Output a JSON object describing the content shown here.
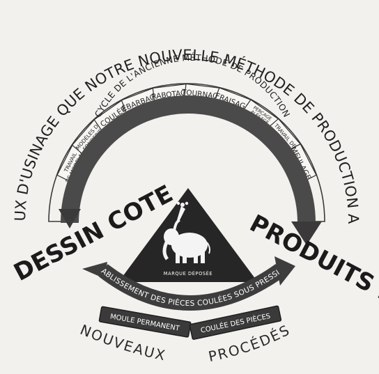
{
  "outer_title": "ÉNUMÉRATION DES TRAVAUX D'USINAGE QUE NOTRE NOUVELLE MÉTHODE DE PRODUCTION A TOTALEMENT SUPPRIMÉS",
  "old_cycle_title": "CYCLE DE L'ANCIENNE MÉTHODE DE PRODUCTION",
  "old_steps": [
    {
      "line1": "TRAVAIL",
      "line2": "DE MODELAGE"
    },
    {
      "line1": "MODÈLES DE",
      "line2": "FONDERIE"
    },
    {
      "line1": "COULÉE",
      "line2": ""
    },
    {
      "line1": "ÉBARBAGE",
      "line2": ""
    },
    {
      "line1": "RABOTAGE",
      "line2": ""
    },
    {
      "line1": "TOURNAGE",
      "line2": ""
    },
    {
      "line1": "FRAISAGE",
      "line2": ""
    },
    {
      "line1": "PERCAGE",
      "line2": "ALÉSAGE",
      "line3": "TARAUDAGE"
    },
    {
      "line1": "TRAVAIL DE",
      "line2": "LA LIME"
    },
    {
      "line1": "MEULAGE",
      "line2": ""
    }
  ],
  "start_label": "DESSIN COTE",
  "end_label": "PRODUITS FINIS",
  "new_process_label": "ÉTABLISSEMENT DES PIÈCES COULÉES SOUS PRESSION",
  "new_boxes": [
    "MOULE PERMANENT",
    "COULÉE DES PIÈCES"
  ],
  "bottom_words": [
    "NOUVEAUX",
    "PROCÉDÉS"
  ],
  "brand": {
    "mark": "MARQUE DÉPOSÉE",
    "icon": "elephant-icon"
  },
  "colors": {
    "ink": "#1f1f1f",
    "arc": "#4a4a4a",
    "paper": "#f2f1ee",
    "box_fill": "#3a3a3a"
  }
}
